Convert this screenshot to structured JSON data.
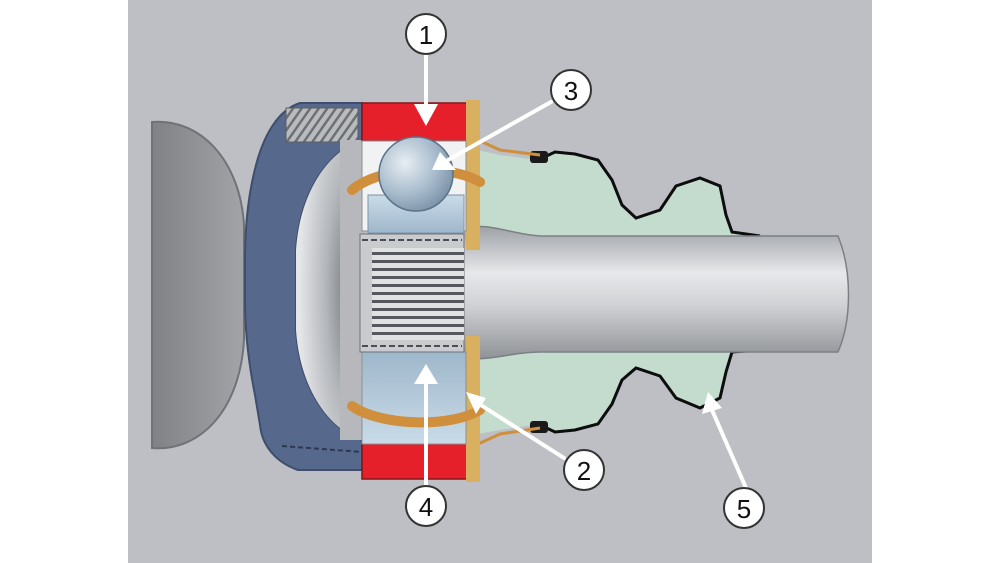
{
  "diagram": {
    "colors": {
      "background": "#ffffff",
      "panel": "#bdbfc4",
      "wheel_hub": "#8e9094",
      "housing_blue": "#56698d",
      "red_ring": "#e5202a",
      "boot_green": "#c4dccd",
      "boot_line": "#0d0d0d",
      "shaft_light": "#e1e3e6",
      "ball_blue": "#aac0d2",
      "cage_orange": "#cf8f3c",
      "callout": "#ffffff"
    },
    "callouts": [
      {
        "id": "1",
        "label": "1"
      },
      {
        "id": "2",
        "label": "2"
      },
      {
        "id": "3",
        "label": "3"
      },
      {
        "id": "4",
        "label": "4"
      },
      {
        "id": "5",
        "label": "5"
      }
    ]
  }
}
